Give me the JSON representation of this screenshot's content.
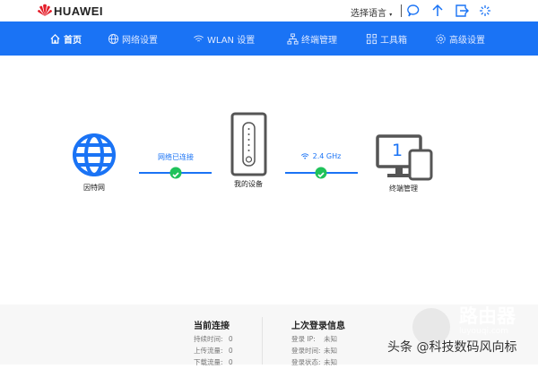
{
  "header": {
    "brand": "HUAWEI",
    "language_label": "选择语言",
    "icons": [
      "message-icon",
      "upload-icon",
      "logout-icon",
      "loading-icon"
    ]
  },
  "nav": {
    "items": [
      {
        "label": "首页",
        "icon": "home-icon",
        "active": true
      },
      {
        "label": "网络设置",
        "icon": "globe-icon"
      },
      {
        "label": "WLAN 设置",
        "icon": "wifi-icon"
      },
      {
        "label": "终端管理",
        "icon": "topology-icon"
      },
      {
        "label": "工具箱",
        "icon": "grid-icon"
      },
      {
        "label": "高级设置",
        "icon": "gear-icon"
      }
    ]
  },
  "topology": {
    "internet_label": "因特网",
    "link1_status": "网络已连接",
    "device_label": "我的设备",
    "band": "2.4 GHz",
    "terminal_count": "1",
    "terminal_label": "终端管理"
  },
  "colors": {
    "accent": "#1a73f5",
    "ok": "#1fc25a"
  },
  "footer": {
    "current": {
      "title": "当前连接",
      "rows": [
        {
          "k": "持续时间:",
          "v": "0"
        },
        {
          "k": "上传流量:",
          "v": "0"
        },
        {
          "k": "下载流量:",
          "v": "0"
        }
      ]
    },
    "last_login": {
      "title": "上次登录信息",
      "rows": [
        {
          "k": "登录 IP:",
          "v": "未知"
        },
        {
          "k": "登录时间:",
          "v": "未知"
        },
        {
          "k": "登录状态:",
          "v": "未知"
        }
      ]
    }
  },
  "watermark": {
    "site": "路由器",
    "domain": "luyouqi.com",
    "author": "头条 @科技数码风向标"
  }
}
